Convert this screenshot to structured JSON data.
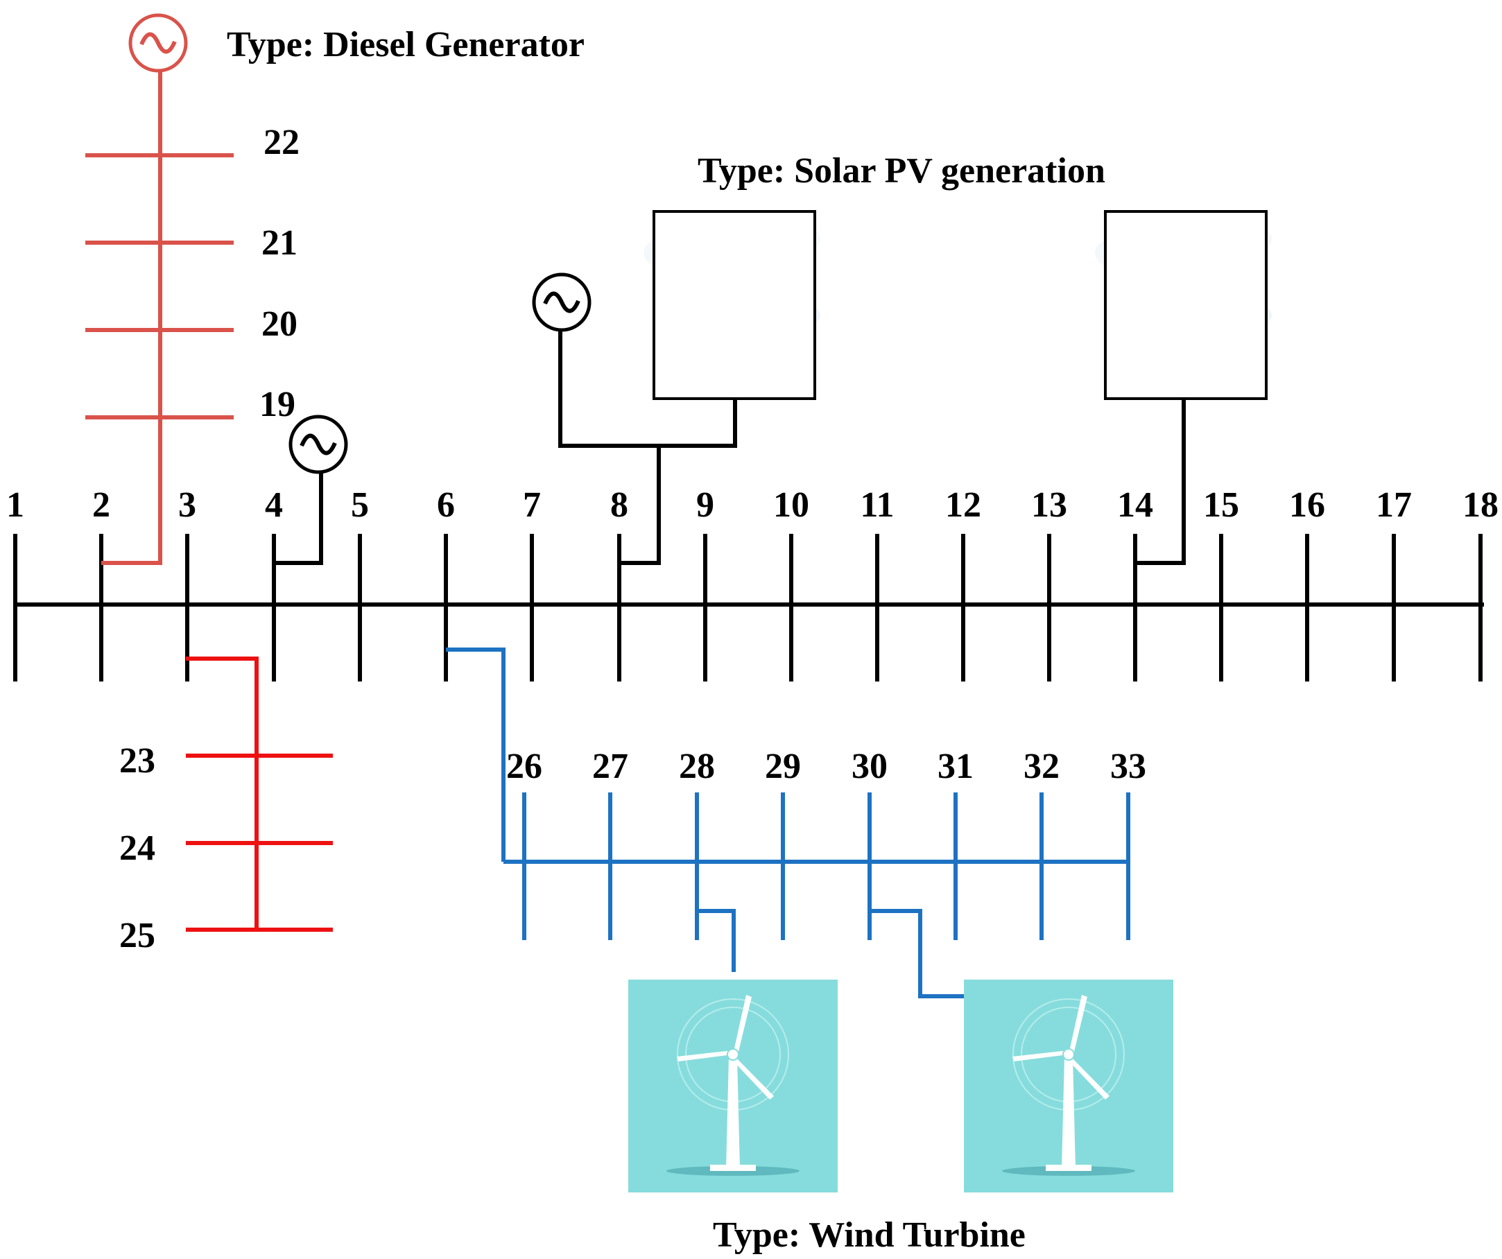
{
  "titles": {
    "diesel": "Type: Diesel Generator",
    "solar": "Type: Solar PV generation",
    "wind": "Type: Wind Turbine"
  },
  "colors": {
    "main_feeder": "#000000",
    "diesel_branch": "#d9534a",
    "lateral_23_25": "#ee1111",
    "lateral_26_33": "#1d72c2",
    "wind_panel_bg": "#86dcdc",
    "pv_sky": "#c9e0ee",
    "pv_panel": "#2f7fd1"
  },
  "buses": {
    "main": [
      "1",
      "2",
      "3",
      "4",
      "5",
      "6",
      "7",
      "8",
      "9",
      "10",
      "11",
      "12",
      "13",
      "14",
      "15",
      "16",
      "17",
      "18"
    ],
    "diesel_branch": [
      "19",
      "20",
      "21",
      "22"
    ],
    "lateral_a": [
      "23",
      "24",
      "25"
    ],
    "lateral_b": [
      "26",
      "27",
      "28",
      "29",
      "30",
      "31",
      "32",
      "33"
    ]
  },
  "icons": {
    "generator": "ac-generator-icon",
    "solar": "solar-panel-icon",
    "wind": "wind-turbine-icon"
  }
}
